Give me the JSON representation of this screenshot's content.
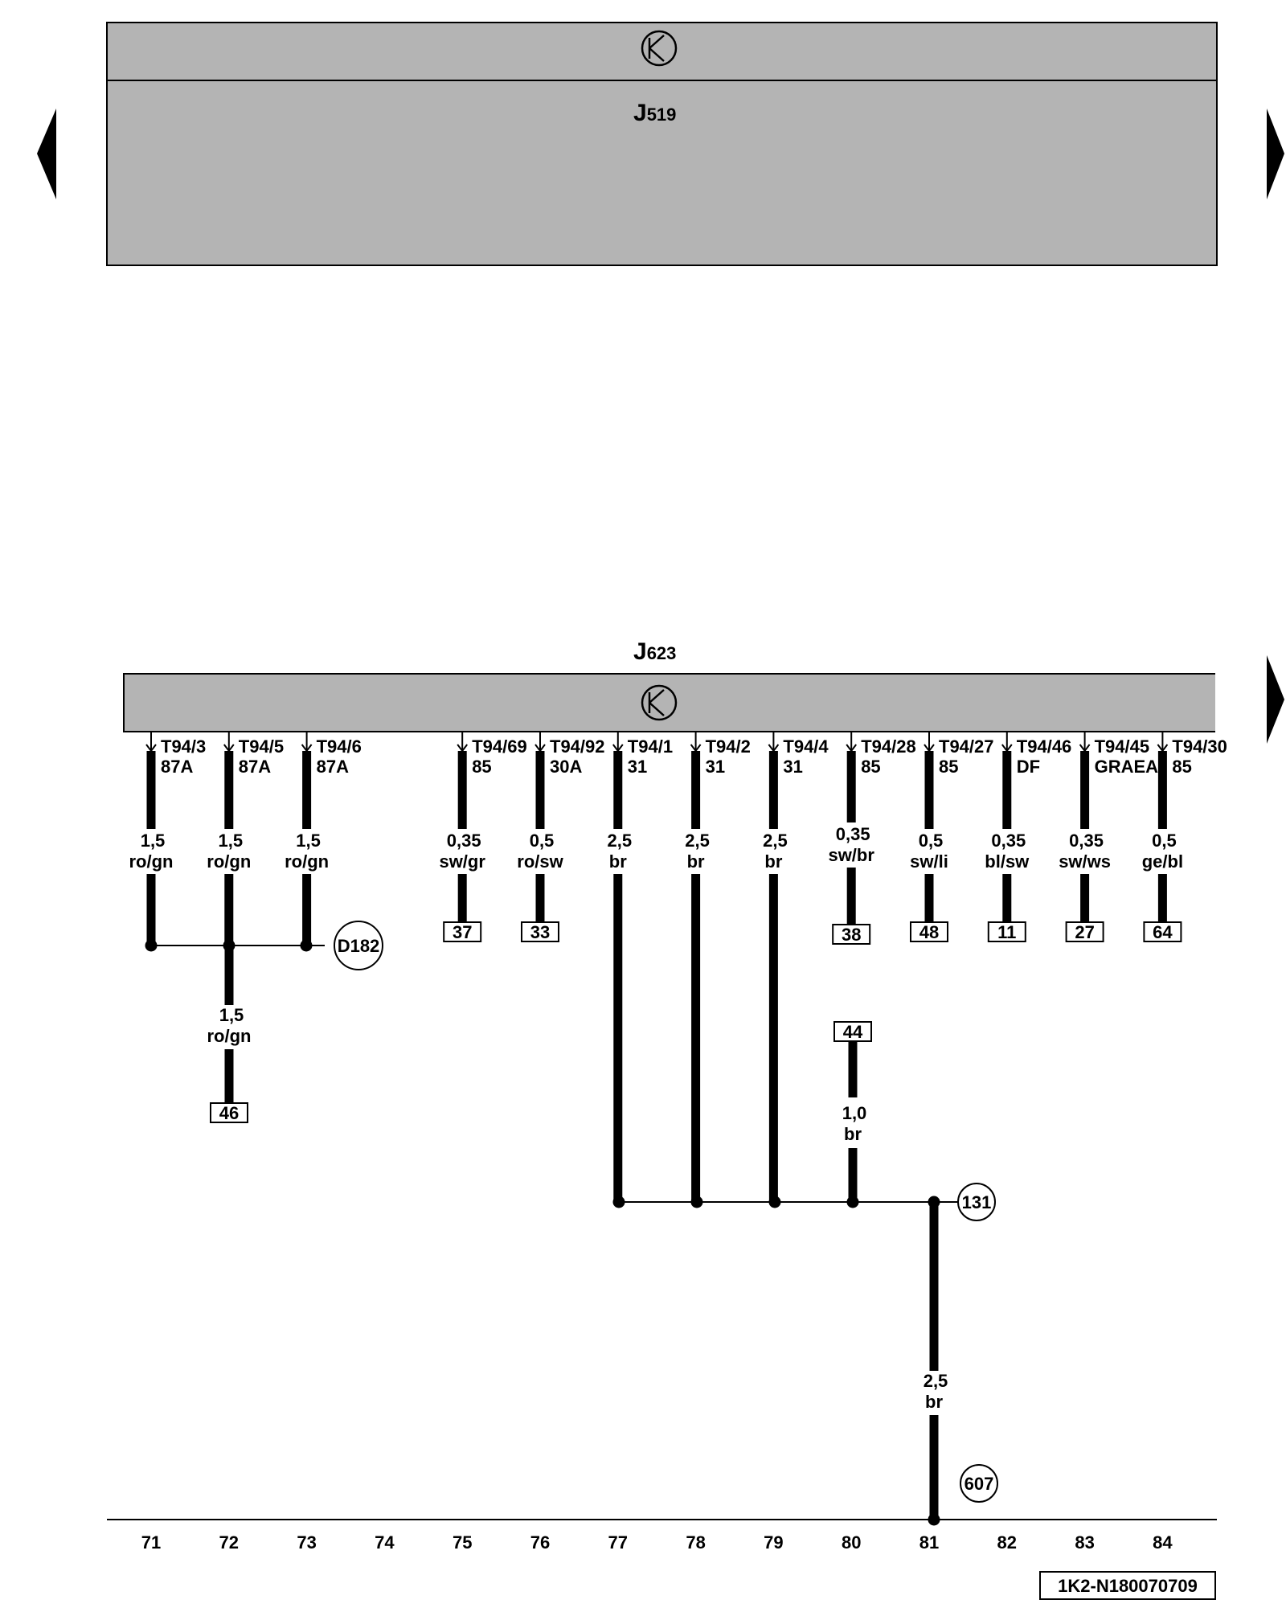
{
  "upper_module": {
    "name": "J",
    "sub": "519"
  },
  "lower_module": {
    "name": "J",
    "sub": "623"
  },
  "icons": {
    "module": "transistor-icon",
    "nav": "triangle-arrow-icon"
  },
  "pins": [
    {
      "id": "T94/3",
      "code": "87A",
      "size": "1,5",
      "color": "ro/gn",
      "ref": "",
      "column": 71
    },
    {
      "id": "T94/5",
      "code": "87A",
      "size": "1,5",
      "color": "ro/gn",
      "ref": "",
      "column": 72
    },
    {
      "id": "T94/6",
      "code": "87A",
      "size": "1,5",
      "color": "ro/gn",
      "ref": "",
      "column": 73
    },
    {
      "id": "T94/69",
      "code": "85",
      "size": "0,35",
      "color": "sw/gr",
      "ref": "37",
      "column": 75
    },
    {
      "id": "T94/92",
      "code": "30A",
      "size": "0,5",
      "color": "ro/sw",
      "ref": "33",
      "column": 76
    },
    {
      "id": "T94/1",
      "code": "31",
      "size": "2,5",
      "color": "br",
      "ref": "",
      "column": 77
    },
    {
      "id": "T94/2",
      "code": "31",
      "size": "2,5",
      "color": "br",
      "ref": "",
      "column": 78
    },
    {
      "id": "T94/4",
      "code": "31",
      "size": "2,5",
      "color": "br",
      "ref": "",
      "column": 79
    },
    {
      "id": "T94/28",
      "code": "85",
      "size": "0,35",
      "color": "sw/br",
      "ref": "38",
      "column": 80
    },
    {
      "id": "T94/27",
      "code": "85",
      "size": "0,5",
      "color": "sw/li",
      "ref": "48",
      "column": 81
    },
    {
      "id": "T94/46",
      "code": "DF",
      "size": "0,35",
      "color": "bl/sw",
      "ref": "11",
      "column": 82
    },
    {
      "id": "T94/45",
      "code": "GRAEA",
      "size": "0,35",
      "color": "sw/ws",
      "ref": "27",
      "column": 83
    },
    {
      "id": "T94/30",
      "code": "85",
      "size": "0,5",
      "color": "ge/bl",
      "ref": "64",
      "column": 84
    }
  ],
  "junction_d182": "D182",
  "wire_72_lower": {
    "size": "1,5",
    "color": "ro/gn",
    "ref": "46"
  },
  "wire_80_lower": {
    "ref": "44",
    "size": "1,0",
    "color": "br"
  },
  "ground_junction": "131",
  "ground_wire": {
    "size": "2,5",
    "color": "br"
  },
  "ground_point": "607",
  "columns": [
    71,
    72,
    73,
    74,
    75,
    76,
    77,
    78,
    79,
    80,
    81,
    82,
    83,
    84
  ],
  "doc_id": "1K2-N180070709"
}
